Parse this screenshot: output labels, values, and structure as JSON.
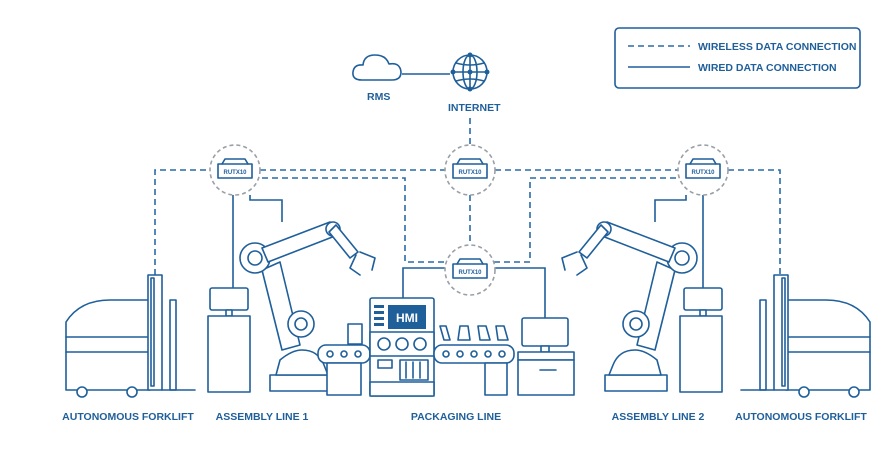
{
  "legend": {
    "wireless": "WIRELESS DATA CONNECTION",
    "wired": "WIRED DATA CONNECTION"
  },
  "nodes": {
    "rms": "RMS",
    "internet": "INTERNET",
    "router_label": "RUTX10",
    "hmi": "HMI"
  },
  "labels": {
    "forklift_left": "AUTONOMOUS FORKLIFT",
    "assembly_1": "ASSEMBLY LINE 1",
    "packaging": "PACKAGING LINE",
    "assembly_2": "ASSEMBLY LINE 2",
    "forklift_right": "AUTONOMOUS FORKLIFT"
  },
  "colors": {
    "primary": "#1f5f9a",
    "router_ring": "#9aa0a6"
  }
}
